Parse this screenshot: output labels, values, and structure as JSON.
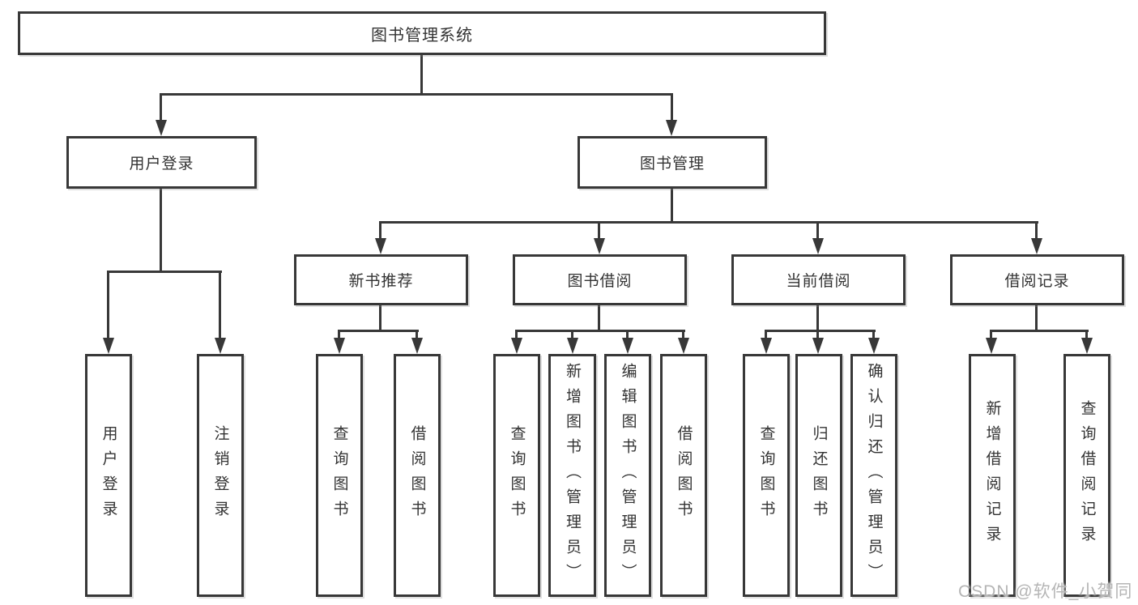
{
  "diagram": {
    "root": {
      "label": "图书管理系统"
    },
    "level2": [
      {
        "id": "user-login",
        "label": "用户登录"
      },
      {
        "id": "book-management",
        "label": "图书管理"
      }
    ],
    "level3": [
      {
        "id": "new-book-recommend",
        "label": "新书推荐"
      },
      {
        "id": "book-borrow",
        "label": "图书借阅"
      },
      {
        "id": "current-borrow",
        "label": "当前借阅"
      },
      {
        "id": "borrow-records",
        "label": "借阅记录"
      }
    ],
    "leaves": [
      {
        "id": "leaf-user-login",
        "parent": "user-login",
        "label": "用户登录"
      },
      {
        "id": "leaf-logout",
        "parent": "user-login",
        "label": "注销登录"
      },
      {
        "id": "leaf-query-books-1",
        "parent": "new-book-recommend",
        "label": "查询图书"
      },
      {
        "id": "leaf-borrow-books-1",
        "parent": "new-book-recommend",
        "label": "借阅图书"
      },
      {
        "id": "leaf-query-books-2",
        "parent": "book-borrow",
        "label": "查询图书"
      },
      {
        "id": "leaf-add-books-admin",
        "parent": "book-borrow",
        "label": "新增图书（管理员）"
      },
      {
        "id": "leaf-edit-books-admin",
        "parent": "book-borrow",
        "label": "编辑图书（管理员）"
      },
      {
        "id": "leaf-borrow-books-2",
        "parent": "book-borrow",
        "label": "借阅图书"
      },
      {
        "id": "leaf-query-books-3",
        "parent": "current-borrow",
        "label": "查询图书"
      },
      {
        "id": "leaf-return-books",
        "parent": "current-borrow",
        "label": "归还图书"
      },
      {
        "id": "leaf-confirm-return-admin",
        "parent": "current-borrow",
        "label": "确认归还（管理员）"
      },
      {
        "id": "leaf-add-borrow-record",
        "parent": "borrow-records",
        "label": "新增借阅记录"
      },
      {
        "id": "leaf-query-borrow-record",
        "parent": "borrow-records",
        "label": "查询借阅记录"
      }
    ],
    "watermark": "CSDN @软件_小贺同学"
  }
}
